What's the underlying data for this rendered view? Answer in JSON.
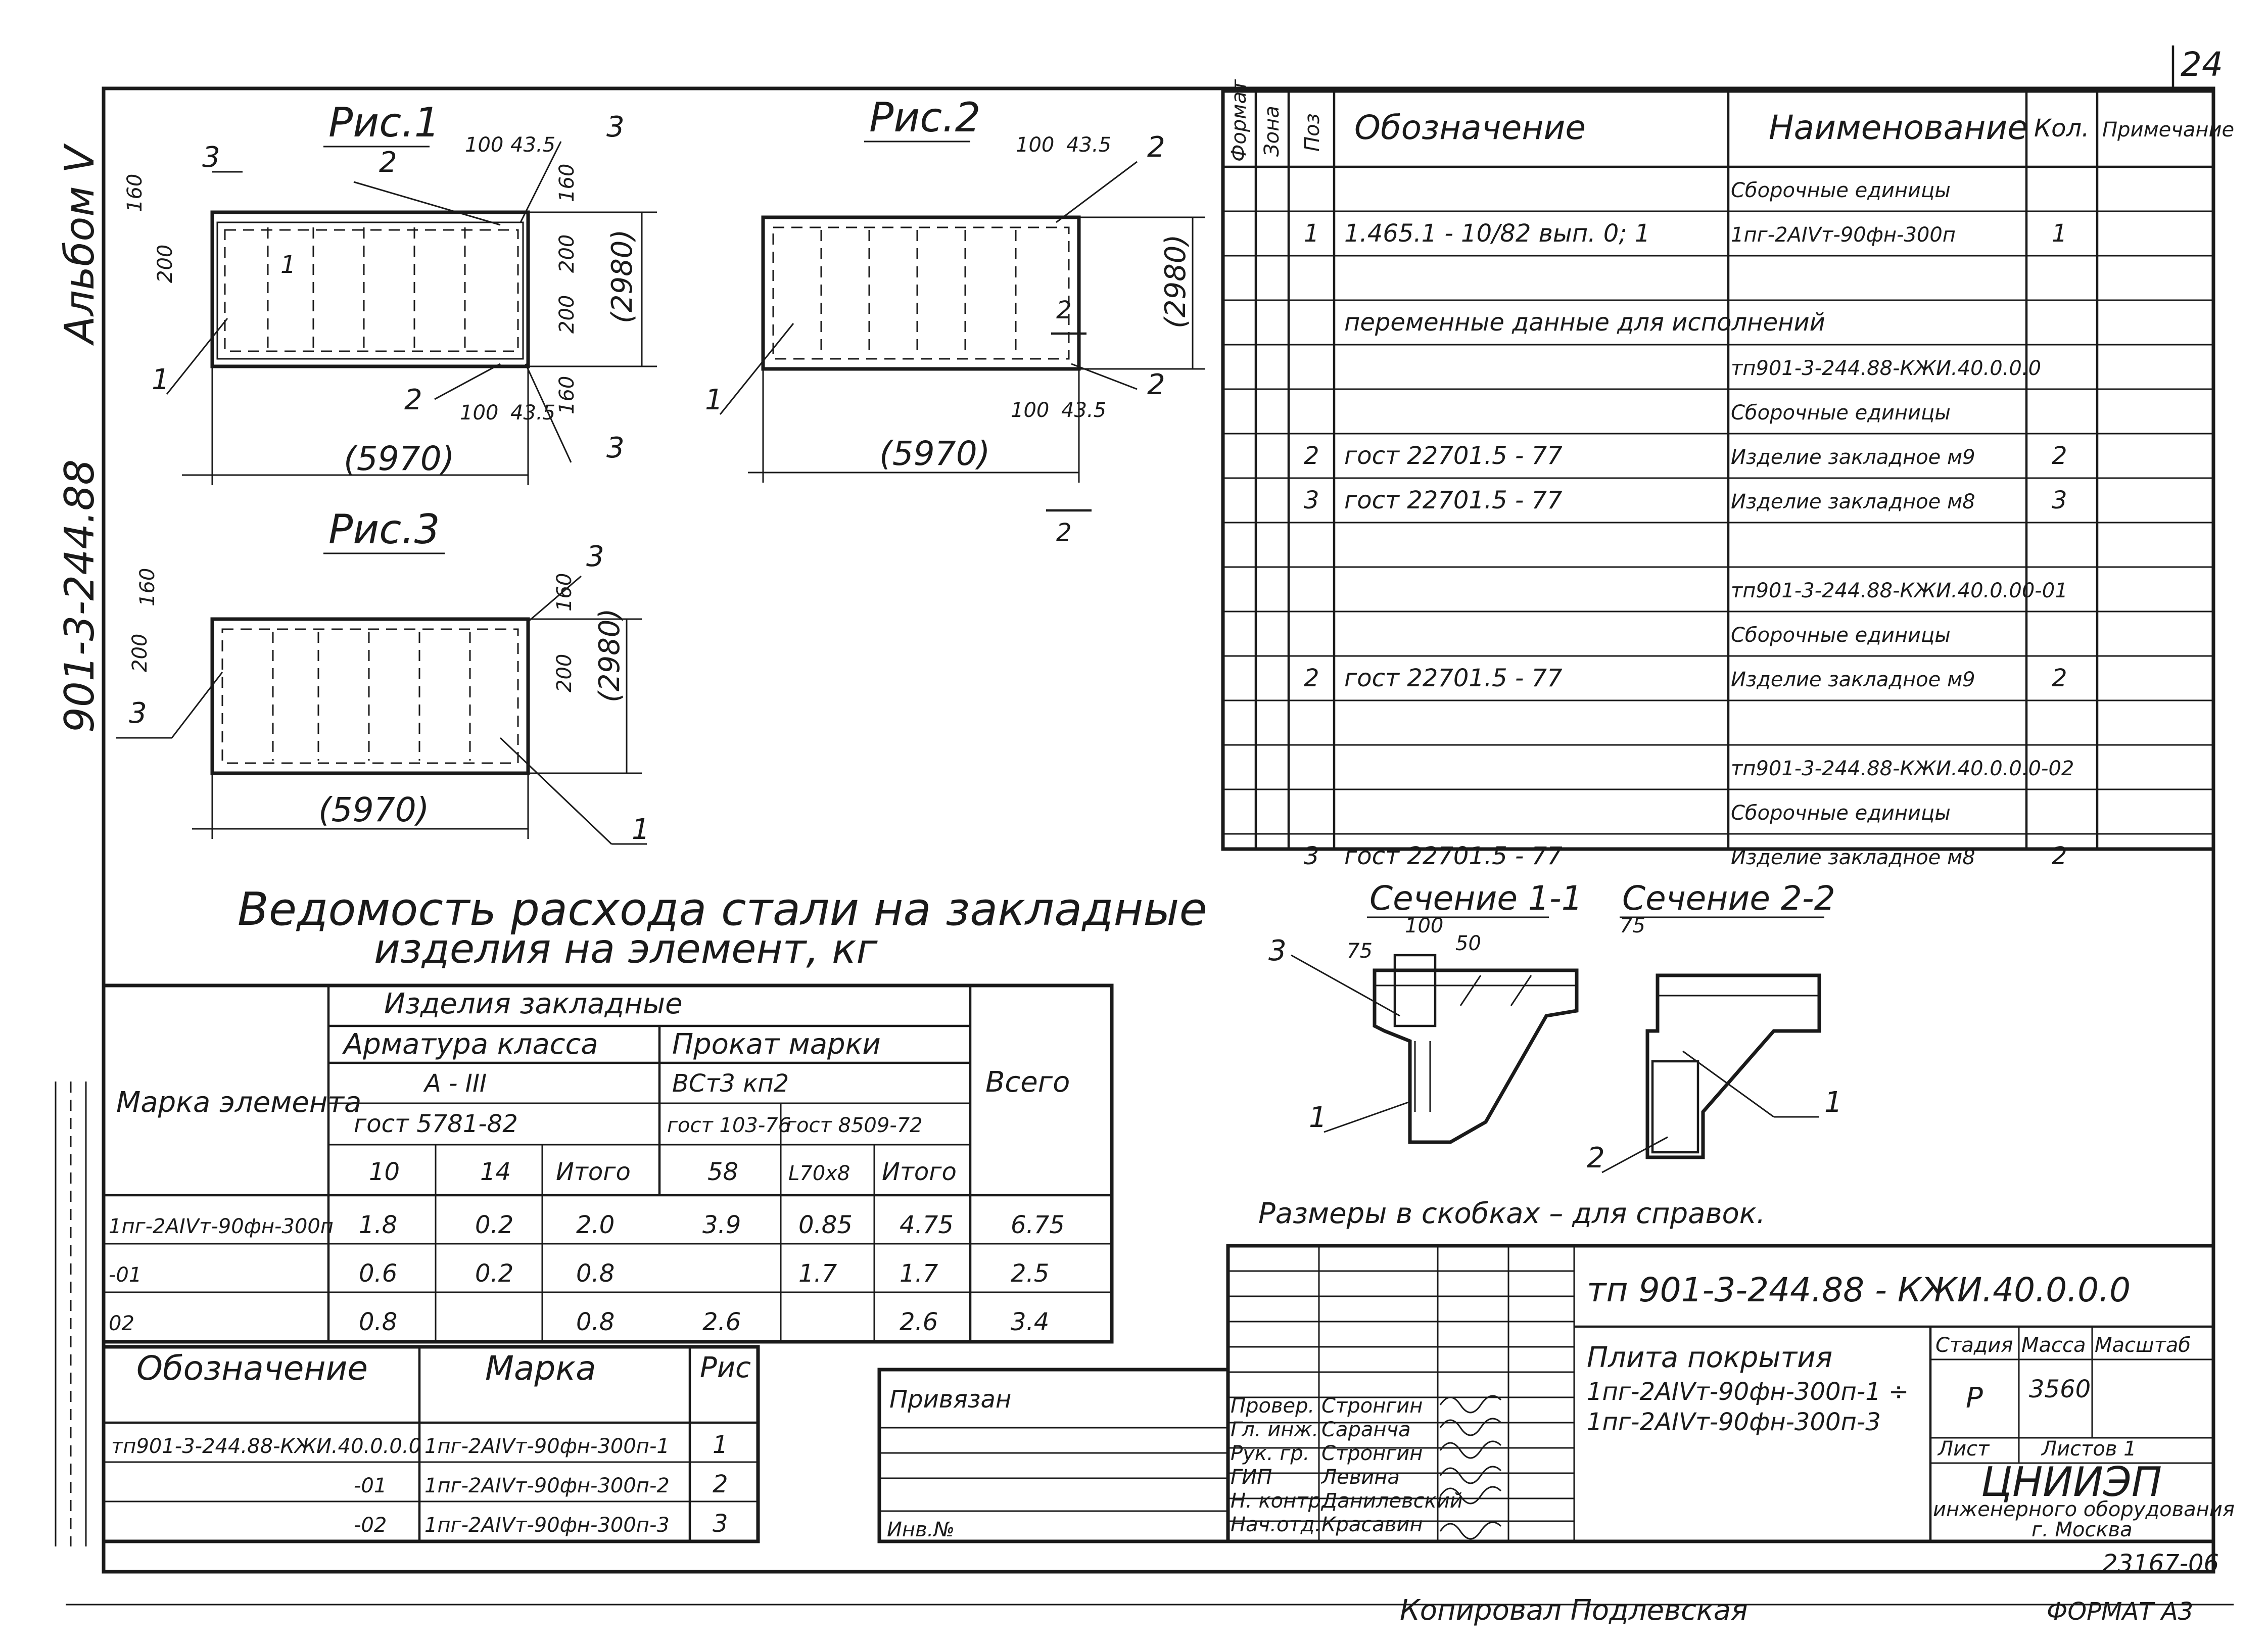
{
  "sheet": {
    "page_number": "24",
    "album": "Альбом V",
    "series": "901-3-244.88",
    "copied_by": "Копировал   Подлевская",
    "inventory": "23167-06",
    "format": "ФОРМАТ А3"
  },
  "figures": {
    "fig1_title": "Рис.1",
    "fig2_title": "Рис.2",
    "fig3_title": "Рис.3",
    "length_5970": "(5970)",
    "width_2980": "(2980)",
    "d_100": "100",
    "d_435": "43.5",
    "d_160": "160",
    "d_200": "200",
    "pos_1": "1",
    "pos_2": "2",
    "pos_3": "3",
    "cut_1": "1",
    "cut_2": "2"
  },
  "spec_table": {
    "headers": [
      "Формат",
      "Зона",
      "Поз",
      "Обозначение",
      "Наименование",
      "Кол.",
      "Примеча­ние"
    ],
    "rows": [
      {
        "poz": "",
        "designation": "",
        "name": "Сборочные единицы",
        "qty": ""
      },
      {
        "poz": "1",
        "designation": "1.465.1 - 10/82   вып. 0; 1",
        "name": "1пг-2АIVт-90фн-300п",
        "qty": "1"
      },
      {
        "poz": "",
        "designation": "",
        "name": "",
        "qty": ""
      },
      {
        "poz": "",
        "designation": "переменные  данные   для  исполнений",
        "name": "",
        "qty": ""
      },
      {
        "poz": "",
        "designation": "",
        "name": "тп901-3-244.88-КЖИ.40.0.0.0",
        "qty": ""
      },
      {
        "poz": "",
        "designation": "",
        "name": "Сборочные единицы",
        "qty": ""
      },
      {
        "poz": "2",
        "designation": "гост 22701.5 - 77",
        "name": "Изделие закладное м9",
        "qty": "2"
      },
      {
        "poz": "3",
        "designation": "гост 22701.5 - 77",
        "name": "Изделие закладное м8",
        "qty": "3"
      },
      {
        "poz": "",
        "designation": "",
        "name": "",
        "qty": ""
      },
      {
        "poz": "",
        "designation": "",
        "name": "тп901-3-244.88-КЖИ.40.0.00-01",
        "qty": ""
      },
      {
        "poz": "",
        "designation": "",
        "name": "Сборочные единицы",
        "qty": ""
      },
      {
        "poz": "2",
        "designation": "гост 22701.5 - 77",
        "name": "Изделие закладное м9",
        "qty": "2"
      },
      {
        "poz": "",
        "designation": "",
        "name": "",
        "qty": ""
      },
      {
        "poz": "",
        "designation": "",
        "name": "тп901-3-244.88-КЖИ.40.0.0.0-02",
        "qty": ""
      },
      {
        "poz": "",
        "designation": "",
        "name": "Сборочные единицы",
        "qty": ""
      },
      {
        "poz": "3",
        "designation": "гост 22701.5 - 77",
        "name": "Изделие закладное м8",
        "qty": "2"
      }
    ]
  },
  "sections": {
    "sec11_title": "Сечение 1-1",
    "sec22_title": "Сечение 2-2",
    "d_100": "100",
    "d_75a": "75",
    "d_50": "50",
    "d_75b": "75",
    "lbl_3": "3",
    "lbl_1a": "1",
    "lbl_1b": "1",
    "lbl_2": "2",
    "note": "Размеры в скобках – для справок."
  },
  "steel_table": {
    "title_line1": "Ведомость  расхода  стали  на  закладные",
    "title_line2": "изделия   на  элемент, кг",
    "h_mark": "Марка элемента",
    "h_products": "Изделия  закладные",
    "h_rebar": "Арматура  класса",
    "h_rolled": "Прокат  марки",
    "h_total": "Всего",
    "h_class": "А - III",
    "h_vst3": "ВСт3   кп2",
    "h_gost5781": "гост  5781-82",
    "h_gost103": "гост 103-76",
    "h_gost8509": "гост 8509-72",
    "h_d10": "10",
    "h_d14": "14",
    "h_itogo1": "Итого",
    "h_58": "58",
    "h_l70": "L70х8",
    "h_itogo2": "Итого",
    "rows": [
      {
        "mark": "1пг-2АIVт-90фн-300п",
        "c10": "1.8",
        "c14": "0.2",
        "it1": "2.0",
        "c58": "3.9",
        "l70": "0.85",
        "it2": "4.75",
        "total": "6.75"
      },
      {
        "mark": "-01",
        "c10": "0.6",
        "c14": "0.2",
        "it1": "0.8",
        "c58": "",
        "l70": "1.7",
        "it2": "1.7",
        "total": "2.5"
      },
      {
        "mark": "02",
        "c10": "0.8",
        "c14": "",
        "it1": "0.8",
        "c58": "2.6",
        "l70": "",
        "it2": "2.6",
        "total": "3.4"
      }
    ]
  },
  "mark_table": {
    "headers": [
      "Обозначение",
      "Марка",
      "Рис"
    ],
    "rows": [
      {
        "designation": "тп901-3-244.88-КЖИ.40.0.0.0",
        "mark": "1пг-2АIVт-90фн-300п-1",
        "fig": "1"
      },
      {
        "designation": "-01",
        "mark": "1пг-2АIVт-90фн-300п-2",
        "fig": "2"
      },
      {
        "designation": "-02",
        "mark": "1пг-2АIVт-90фн-300п-3",
        "fig": "3"
      }
    ]
  },
  "privyazan": {
    "label": "Привязан",
    "inv": "Инв.№"
  },
  "title_block": {
    "code": "тп 901-3-244.88    - КЖИ.40.0.0.0",
    "name_line1": "Плита  покрытия",
    "name_line2": "1пг-2АIVт-90фн-300п-1 ÷",
    "name_line3": "1пг-2АIVт-90фн-300п-3",
    "stage_h": "Стадия",
    "mass_h": "Масса",
    "scale_h": "Масштаб",
    "stage": "Р",
    "mass": "3560",
    "sheet_label": "Лист",
    "sheets_label": "Листов  1",
    "org_name": "ЦНИИЭП",
    "org_line2": "инженерного оборудования",
    "org_line3": "г. Москва",
    "roles": [
      "Провер.",
      "Гл. инж.",
      "Рук. гр.",
      "ГИП",
      "Н. контр.",
      "Нач.отд."
    ],
    "names": [
      "Стронгин",
      "Саранча",
      "Стронгин",
      "Левина",
      "Данилевский",
      "Красавин"
    ]
  }
}
